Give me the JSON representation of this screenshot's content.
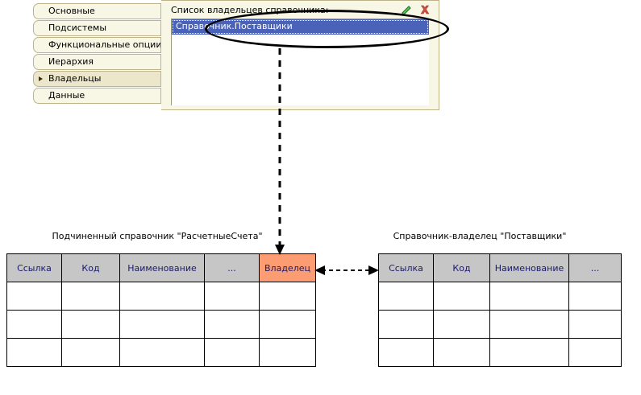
{
  "window": {
    "tabs": [
      {
        "label": "Основные",
        "active": false
      },
      {
        "label": "Подсистемы",
        "active": false
      },
      {
        "label": "Функциональные опции",
        "active": false
      },
      {
        "label": "Иерархия",
        "active": false
      },
      {
        "label": "Владельцы",
        "active": true
      },
      {
        "label": "Данные",
        "active": false
      }
    ],
    "pane": {
      "label": "Список владельцев справочника:",
      "selected_item": "Справочник.Поставщики",
      "icons": [
        {
          "name": "edit-pencil-icon",
          "color": "#3fa34d"
        },
        {
          "name": "delete-cross-icon",
          "color": "#d4483b"
        }
      ]
    }
  },
  "diagram": {
    "left_table": {
      "caption": "Подчиненный справочник \"РасчетныеСчета\"",
      "columns": [
        "Ссылка",
        "Код",
        "Наименование",
        "...",
        "Владелец"
      ],
      "highlight_column": "Владелец",
      "highlight_color": "#fb9c73",
      "header_color": "#c6c6c6",
      "empty_rows": 3
    },
    "right_table": {
      "caption": "Справочник-владелец \"Поставщики\"",
      "columns": [
        "Ссылка",
        "Код",
        "Наименование",
        "..."
      ],
      "header_color": "#c6c6c6",
      "empty_rows": 3
    },
    "connectors": [
      {
        "name": "selected-owner-to-owner-column",
        "style": "dashed",
        "direction": "down"
      },
      {
        "name": "owner-column-to-reference-column",
        "style": "dashed",
        "direction": "both"
      }
    ]
  }
}
